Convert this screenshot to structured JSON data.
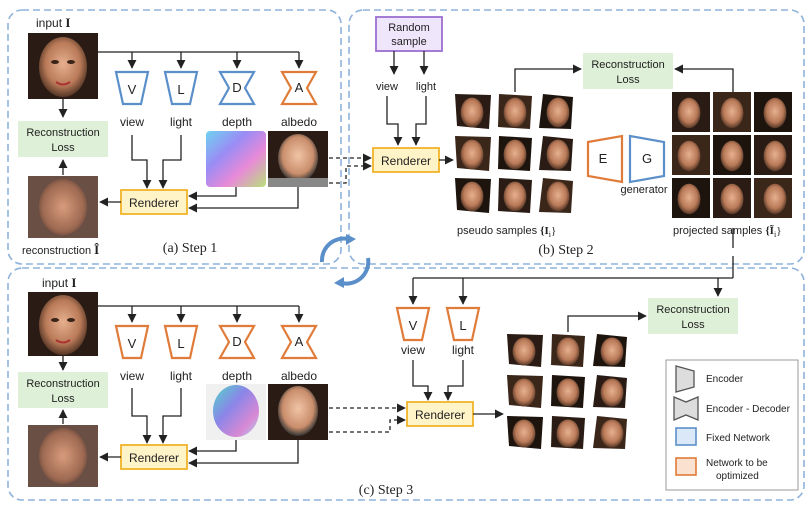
{
  "step1": {
    "caption": "(a) Step 1",
    "input_label": "input ",
    "input_symbol": "I",
    "recon_loss": [
      "Reconstruction",
      "Loss"
    ],
    "recon_label": "reconstruction ",
    "recon_symbol": "Î",
    "renderer": "Renderer",
    "encoders": [
      {
        "letter": "V",
        "label": "view",
        "color": "#5b8fc9"
      },
      {
        "letter": "L",
        "label": "light",
        "color": "#5b8fc9"
      },
      {
        "letter": "D",
        "label": "depth",
        "color": "#5b8fc9"
      },
      {
        "letter": "A",
        "label": "albedo",
        "color": "#e07b39"
      }
    ]
  },
  "step2": {
    "caption": "(b) Step 2",
    "random_sample": [
      "Random",
      "sample"
    ],
    "view": "view",
    "light": "light",
    "renderer": "Renderer",
    "recon_loss": [
      "Reconstruction",
      "Loss"
    ],
    "E": "E",
    "G": "G",
    "generator": "generator",
    "pseudo_label": "pseudo samples ",
    "pseudo_symbol": "{I",
    "pseudo_sub": "i",
    "pseudo_close": "}",
    "projected_label": "projected samples ",
    "projected_symbol": "{Ĩ",
    "projected_sub": "i",
    "projected_close": "}"
  },
  "step3": {
    "caption": "(c) Step 3",
    "input_label": "input ",
    "input_symbol": "I",
    "recon_loss": [
      "Reconstruction",
      "Loss"
    ],
    "renderer": "Renderer",
    "encoders": [
      {
        "letter": "V",
        "label": "view",
        "color": "#e07b39"
      },
      {
        "letter": "L",
        "label": "light",
        "color": "#e07b39"
      },
      {
        "letter": "D",
        "label": "depth",
        "color": "#e07b39"
      },
      {
        "letter": "A",
        "label": "albedo",
        "color": "#e07b39"
      }
    ],
    "mid_encoders": [
      {
        "letter": "V",
        "label": "view",
        "color": "#e07b39"
      },
      {
        "letter": "L",
        "label": "light",
        "color": "#e07b39"
      }
    ],
    "recon_loss_right": [
      "Reconstruction",
      "Loss"
    ]
  },
  "legend": {
    "encoder": "Encoder",
    "encoder_decoder": "Encoder - Decoder",
    "fixed": "Fixed Network",
    "optimized": [
      "Network to be",
      "optimized"
    ]
  },
  "colors": {
    "blue": "#5b8fc9",
    "orange": "#e07b39",
    "purple": "#9b6fd1",
    "renderer_fill": "#fff3c8",
    "renderer_stroke": "#f0b429",
    "loss_fill": "#dff0d8",
    "panel_stroke": "#8fb3dc"
  }
}
